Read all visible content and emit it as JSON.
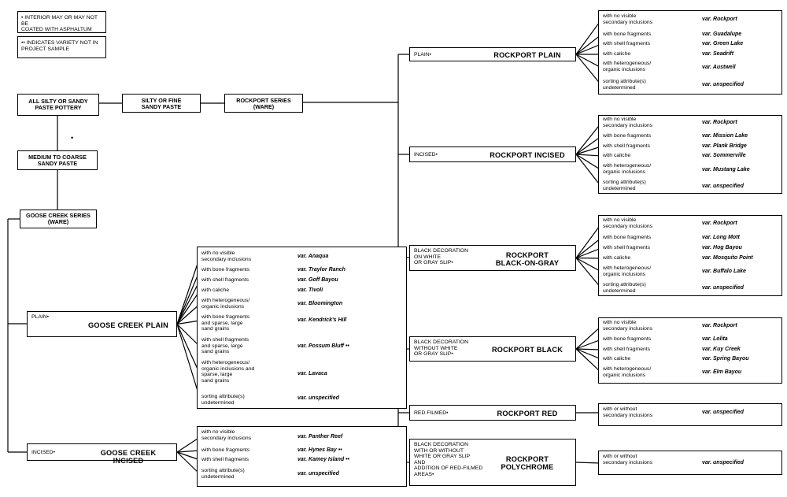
{
  "legend": {
    "note1": "• INTERIOR MAY OR MAY NOT BE\nCOATED WITH ASPHALTUM",
    "note2": "•• INDICATES VARIETY NOT IN\nPROJECT SAMPLE"
  },
  "nodes": {
    "all_silty": "ALL SILTY OR SANDY\nPASTE POTTERY",
    "silty_fine": "SILTY OR FINE\nSANDY PASTE",
    "rockport_series": "ROCKPORT SERIES\n(WARE)",
    "medium_coarse": "MEDIUM TO COARSE\nSANDY PASTE",
    "goose_series": "GOOSE CREEK SERIES\n(WARE)",
    "star_mark": "•"
  },
  "var_prefix": "var.",
  "goose_types": [
    {
      "small": "PLAIN•",
      "big": "GOOSE CREEK PLAIN",
      "rows": [
        {
          "attr": "with no visible\nsecondary inclusions",
          "name": "Anaqua"
        },
        {
          "attr": "with bone fragments",
          "name": "Traylor Ranch"
        },
        {
          "attr": "with shell fragments",
          "name": "Goff Bayou"
        },
        {
          "attr": "with caliche",
          "name": "Tivoli"
        },
        {
          "attr": "with heterogeneous/\norganic inclusions",
          "name": "Bloomington"
        },
        {
          "attr": "with bone fragments\nand sparse, large\nsand grains",
          "name": "Kendrick's Hill"
        },
        {
          "attr": "with shell fragments\nand sparse, large\nsand grains",
          "name": "Possum Bluff ••"
        },
        {
          "attr": "with heterogeneous/\norganic inclusions and\nsparse, large\nsand grains",
          "name": "Lavaca"
        },
        {
          "attr": "sorting attribute(s)\nundetermined",
          "name": "unspecified"
        }
      ]
    },
    {
      "small": "INCISED•",
      "big": "GOOSE CREEK INCISED",
      "rows": [
        {
          "attr": "with no visible\nsecondary inclusions",
          "name": "Panther Reef"
        },
        {
          "attr": "with bone fragments",
          "name": "Hynes Bay ••"
        },
        {
          "attr": "with shell fragments",
          "name": "Kamey Island ••"
        },
        {
          "attr": "sorting attribute(s)\nundetermined",
          "name": "unspecified"
        }
      ]
    }
  ],
  "rockport_types": [
    {
      "small": "PLAIN•",
      "big": "ROCKPORT PLAIN",
      "rows": [
        {
          "attr": "with no visible\nsecondary inclusions",
          "name": "Rockport"
        },
        {
          "attr": "with bone fragments",
          "name": "Guadalupe"
        },
        {
          "attr": "with shell fragments",
          "name": "Green Lake"
        },
        {
          "attr": "with caliche",
          "name": "Seadrift"
        },
        {
          "attr": "with heterogeneous/\norganic inclusions",
          "name": "Austwell"
        },
        {
          "attr": "sorting attribute(s)\nundetermined",
          "name": "unspecified"
        }
      ]
    },
    {
      "small": "INCISED•",
      "big": "ROCKPORT INCISED",
      "rows": [
        {
          "attr": "with no visible\nsecondary inclusions",
          "name": "Rockport"
        },
        {
          "attr": "with bone fragments",
          "name": "Mission Lake"
        },
        {
          "attr": "with shell fragments",
          "name": "Plank Bridge"
        },
        {
          "attr": "with caliche",
          "name": "Sommerville"
        },
        {
          "attr": "with heterogeneous/\norganic inclusions",
          "name": "Mustang Lake"
        },
        {
          "attr": "sorting attribute(s)\nundetermined",
          "name": "unspecified"
        }
      ]
    },
    {
      "small": "BLACK DECORATION\nON WHITE\nOR GRAY SLIP•",
      "big": "ROCKPORT\nBLACK-ON-GRAY",
      "rows": [
        {
          "attr": "with no visible\nsecondary inclusions",
          "name": "Rockport"
        },
        {
          "attr": "with bone fragments",
          "name": "Long Mott"
        },
        {
          "attr": "with shell fragments",
          "name": "Hog Bayou"
        },
        {
          "attr": "with caliche",
          "name": "Mosquito Point"
        },
        {
          "attr": "with heterogeneous/\norganic inclusions",
          "name": "Buffalo Lake"
        },
        {
          "attr": "sorting attribute(s)\nundetermined",
          "name": "unspecified"
        }
      ]
    },
    {
      "small": "BLACK DECORATION\nWITHOUT WHITE\nOR GRAY SLIP•",
      "big": "ROCKPORT BLACK",
      "rows": [
        {
          "attr": "with no visible\nsecondary inclusions",
          "name": "Rockport"
        },
        {
          "attr": "with bone fragments",
          "name": "Lolita"
        },
        {
          "attr": "with shell fragments",
          "name": "Kuy Creek"
        },
        {
          "attr": "with caliche",
          "name": "Spring Bayou"
        },
        {
          "attr": "with heterogeneous/\norganic inclusions",
          "name": "Elm Bayou"
        }
      ]
    },
    {
      "small": "RED FILMED•",
      "big": "ROCKPORT RED",
      "rows": [
        {
          "attr": "with or without\nsecondary inclusions",
          "name": "unspecified"
        }
      ]
    },
    {
      "small": "BLACK DECORATION\nWITH OR WITHOUT\nWHITE OR GRAY SLIP\nAND\nADDITION OF RED-FILMED\nAREAS•",
      "big": "ROCKPORT\nPOLYCHROME",
      "rows": [
        {
          "attr": "with or without\nsecondary inclusions",
          "name": "unspecified"
        }
      ]
    }
  ]
}
